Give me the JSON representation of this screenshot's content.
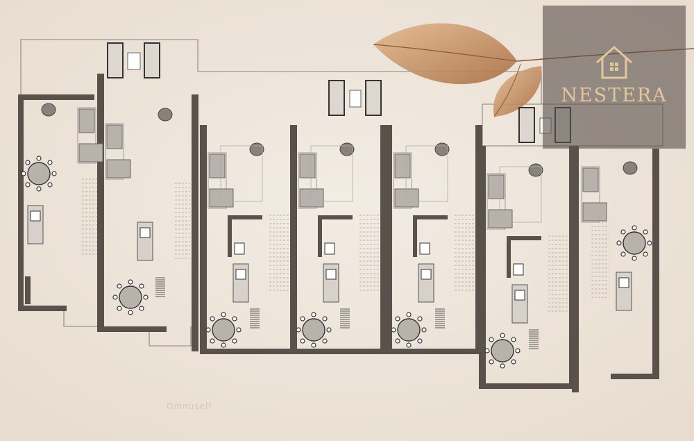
{
  "brand": {
    "name": "NESTERA",
    "panel_color": "#5c524e",
    "text_color": "#e2c79a"
  },
  "plan": {
    "wall_color": "#5a514b",
    "paper_color": "#efe6dc",
    "furniture_color": "#b9b2ab",
    "units_count": 7
  },
  "watermark_text": "Omnuself",
  "icons": [
    "house-icon",
    "leaf-decoration"
  ]
}
